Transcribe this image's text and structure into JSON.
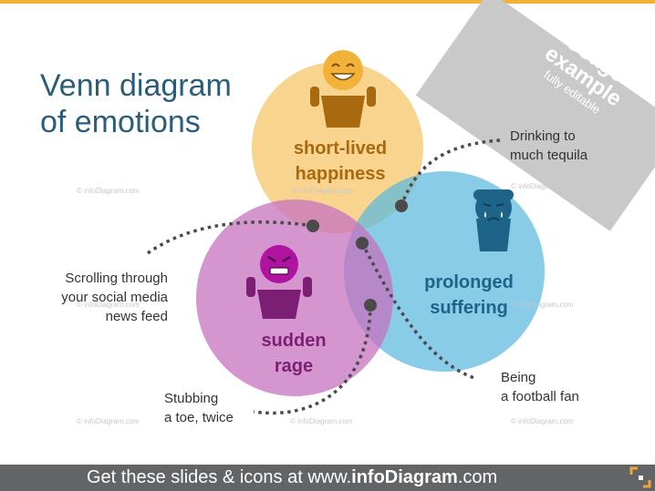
{
  "badge": {
    "line1": "Usage",
    "line2": "example",
    "line3": "fully editable"
  },
  "title": {
    "line1": "Venn diagram",
    "line2": "of emotions"
  },
  "circles": {
    "happiness": {
      "line1": "short-lived",
      "line2": "happiness",
      "color": "#f6c870",
      "label_color": "#a8690f"
    },
    "suffering": {
      "line1": "prolonged",
      "line2": "suffering",
      "color": "#5ab8de",
      "label_color": "#1d6488"
    },
    "rage": {
      "line1": "sudden",
      "line2": "rage",
      "color": "#c772bf",
      "label_color": "#7c1f74"
    }
  },
  "annotations": {
    "tequila": {
      "line1": "Drinking to",
      "line2": "much tequila"
    },
    "social": {
      "line1": "Scrolling through",
      "line2": "your social media",
      "line3": "news feed"
    },
    "football": {
      "line1": "Being",
      "line2": "a football fan"
    },
    "toe": {
      "line1": "Stubbing",
      "line2": "a toe, twice"
    }
  },
  "watermark": "© infoDiagram.com",
  "footer": {
    "prefix": "Get these slides & icons at www.",
    "brand": "infoDiagram",
    "suffix": ".com"
  },
  "colors": {
    "accent": "#f2b23a",
    "footer_bg": "#636466",
    "dot": "#4a4a4a",
    "title": "#2a5d79"
  },
  "icons": [
    "happy-person-icon",
    "crying-person-icon",
    "angry-person-icon",
    "infodiagram-logo-icon"
  ]
}
